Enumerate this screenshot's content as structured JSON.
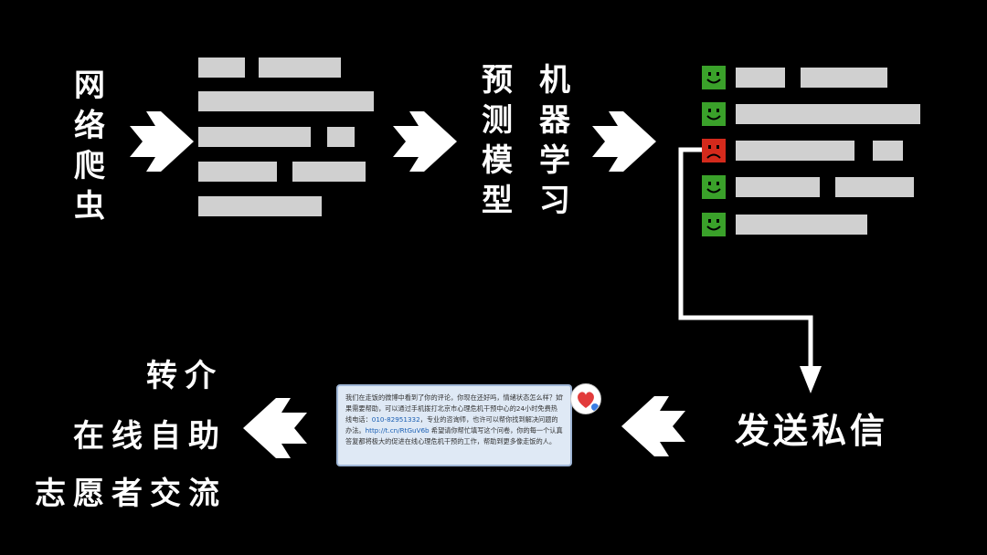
{
  "crawler": {
    "chars": [
      "网",
      "络",
      "爬",
      "虫"
    ]
  },
  "model": {
    "col_left": [
      "预",
      "测",
      "模",
      "型"
    ],
    "col_right": [
      "机",
      "器",
      "学",
      "习"
    ]
  },
  "send": {
    "label": "发送私信"
  },
  "actions": {
    "referral": "转介",
    "self_help": "在线自助",
    "volunteer": "志愿者交流"
  },
  "message": {
    "text_1": "我们在走饭的微博中看到了你的评论，你现在还好吗，情绪状态怎么样？如果需要帮助，可以通过手机拨打北京市心理危机干预中心的24小时免费热线电话：",
    "phone": "010-82951332",
    "text_2": "，专业的咨询师，也许可以帮你找到解决问题的办法。",
    "link": "http://t.cn/RtGuV6b",
    "text_3": " 希望请你帮忙填写这个问卷，你的每一个认真答复都将极大的促进在线心理危机干预的工作，帮助到更多像走饭的人。"
  },
  "colors": {
    "smile_green": "#3aa12a",
    "frown_red": "#d42a1c",
    "bar_gray": "#d0d0d0"
  },
  "icons": [
    "smile-icon",
    "frown-icon",
    "arrow-right-icon",
    "arrow-left-icon",
    "arrow-down-icon",
    "avatar-icon"
  ]
}
